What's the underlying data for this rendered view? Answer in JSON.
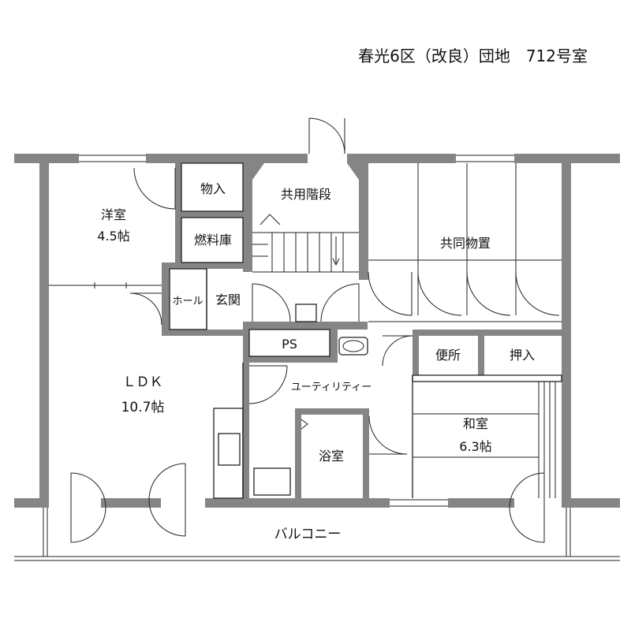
{
  "title": "春光6区（改良）団地　712号室",
  "rooms": {
    "youshitsu_name": "洋室",
    "youshitsu_size": "4.5帖",
    "monoire": "物入",
    "nenryoko": "燃料庫",
    "kyoyo_kaidan": "共用階段",
    "kyodo_monooki": "共同物置",
    "hall": "ホール",
    "genkan": "玄関",
    "ps": "PS",
    "benjo": "便所",
    "oshiire": "押入",
    "ldk_name": "ＬＤＫ",
    "ldk_size": "10.7帖",
    "utility": "ユーティリティー",
    "washitsu_name": "和室",
    "washitsu_size": "6.3帖",
    "yokushitsu": "浴室",
    "balcony": "バルコニー"
  },
  "colors": {
    "wall": "#858585",
    "line": "#222222"
  }
}
